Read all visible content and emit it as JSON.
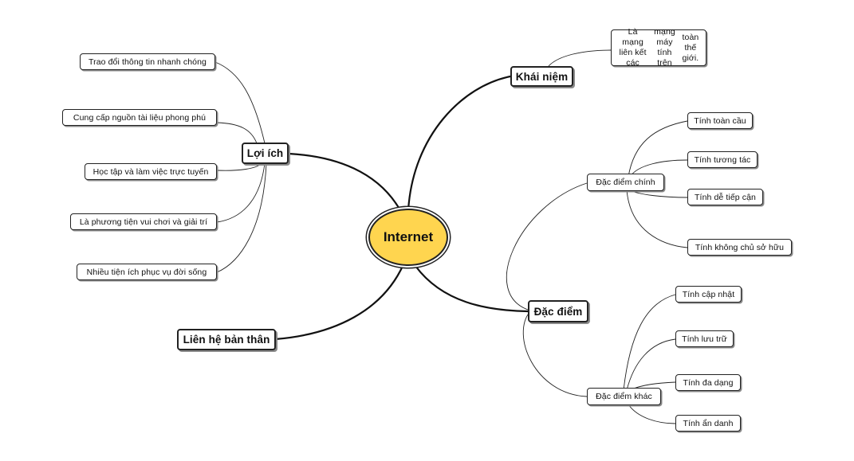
{
  "center": {
    "label": "Internet",
    "color": "#ffd54f"
  },
  "khai_niem": {
    "label": "Khái niệm",
    "definition": [
      "Là mạng liên kết các",
      "mạng máy tính trên",
      "toàn thế giới."
    ]
  },
  "loi_ich": {
    "label": "Lợi ích",
    "items": [
      "Trao đổi thông tin nhanh chóng",
      "Cung cấp nguồn tài liệu phong phú",
      "Học tập và làm việc trực tuyến",
      "Là phương tiện vui chơi và giải trí",
      "Nhiều tiện ích phục vụ đời sống"
    ]
  },
  "lien_he": {
    "label": "Liên hệ bản thân"
  },
  "dac_diem": {
    "label": "Đặc điểm",
    "chinh": {
      "label": "Đặc điểm chính",
      "items": [
        "Tính toàn cầu",
        "Tính tương tác",
        "Tính dễ tiếp cận",
        "Tính không chủ sở hữu"
      ]
    },
    "khac": {
      "label": "Đặc điểm khác",
      "items": [
        "Tính cập nhật",
        "Tính lưu trữ",
        "Tính đa dạng",
        "Tính ẩn danh"
      ]
    }
  }
}
